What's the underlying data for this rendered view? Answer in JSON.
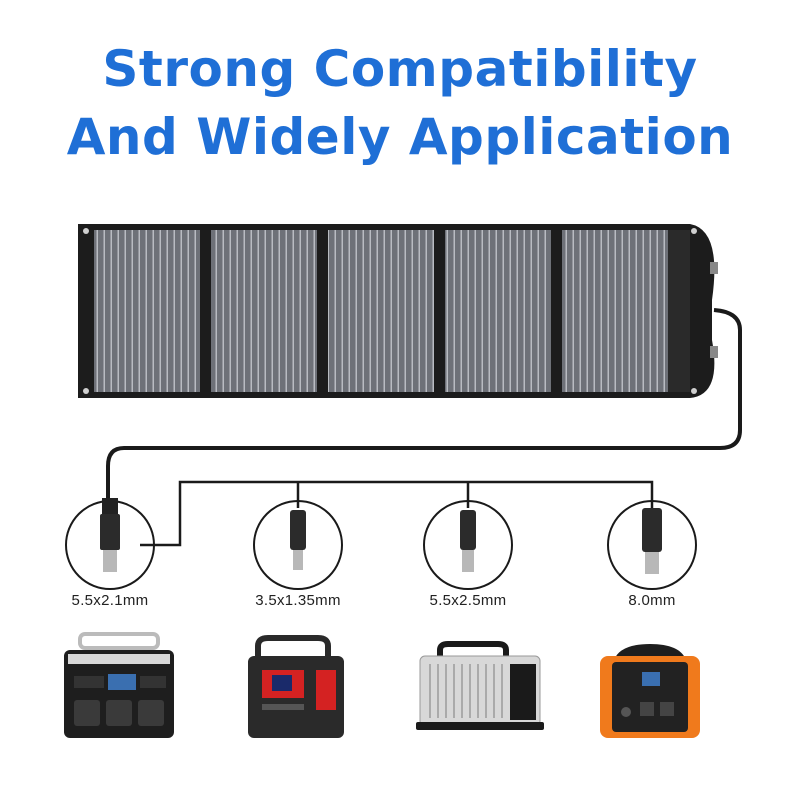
{
  "headline": {
    "line1": "Strong Compatibility",
    "line2": "And Widely Application"
  },
  "colors": {
    "headline": "#1f6fd6",
    "panel_frame": "#1c1c1c",
    "cell": "#6b6e74",
    "orange_accent": "#f07a1c",
    "red_accent": "#d42222"
  },
  "solar_panel": {
    "panel_count": 5,
    "icon": "solar-panel-icon"
  },
  "connectors": [
    {
      "label": "5.5x2.1mm",
      "icon": "dc-plug-5521-icon"
    },
    {
      "label": "3.5x1.35mm",
      "icon": "dc-plug-35135-icon"
    },
    {
      "label": "5.5x2.5mm",
      "icon": "dc-plug-5525-icon"
    },
    {
      "label": "8.0mm",
      "icon": "dc-plug-8mm-icon"
    }
  ],
  "power_stations": [
    {
      "icon": "power-station-black-icon"
    },
    {
      "icon": "power-station-red-icon"
    },
    {
      "icon": "power-station-silver-icon"
    },
    {
      "icon": "power-station-orange-icon"
    }
  ]
}
